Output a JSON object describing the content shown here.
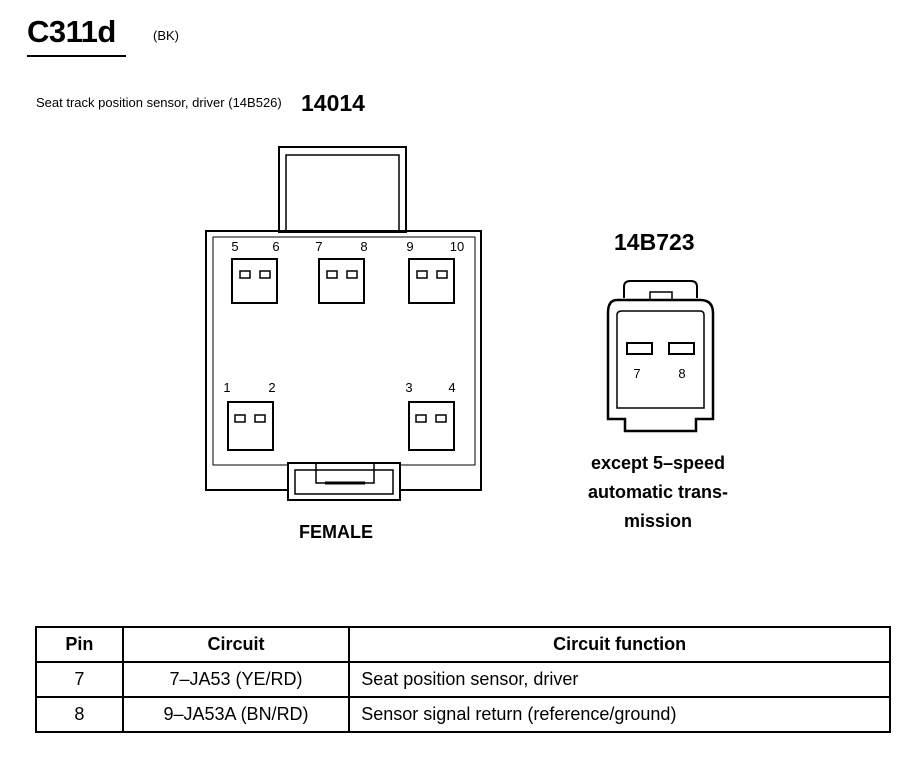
{
  "connector": {
    "id": "C311d",
    "color_code": "(BK)",
    "description_lines": [
      "Seat track position",
      "sensor, driver",
      "(14B526)"
    ],
    "part_number_main": "14014",
    "part_number_alt": "14B723",
    "gender_label": "FEMALE",
    "alt_note_lines": [
      "except 5–speed",
      "automatic trans-",
      "mission"
    ]
  },
  "main_connector_pins": [
    "1",
    "2",
    "3",
    "4",
    "5",
    "6",
    "7",
    "8",
    "9",
    "10"
  ],
  "alt_connector_pins": [
    "7",
    "8"
  ],
  "pin_table": {
    "headers": [
      "Pin",
      "Circuit",
      "Circuit function"
    ],
    "rows": [
      {
        "pin": "7",
        "circuit": "7–JA53 (YE/RD)",
        "function": "Seat position sensor, driver"
      },
      {
        "pin": "8",
        "circuit": "9–JA53A (BN/RD)",
        "function": "Sensor signal return (reference/ground)"
      }
    ]
  }
}
